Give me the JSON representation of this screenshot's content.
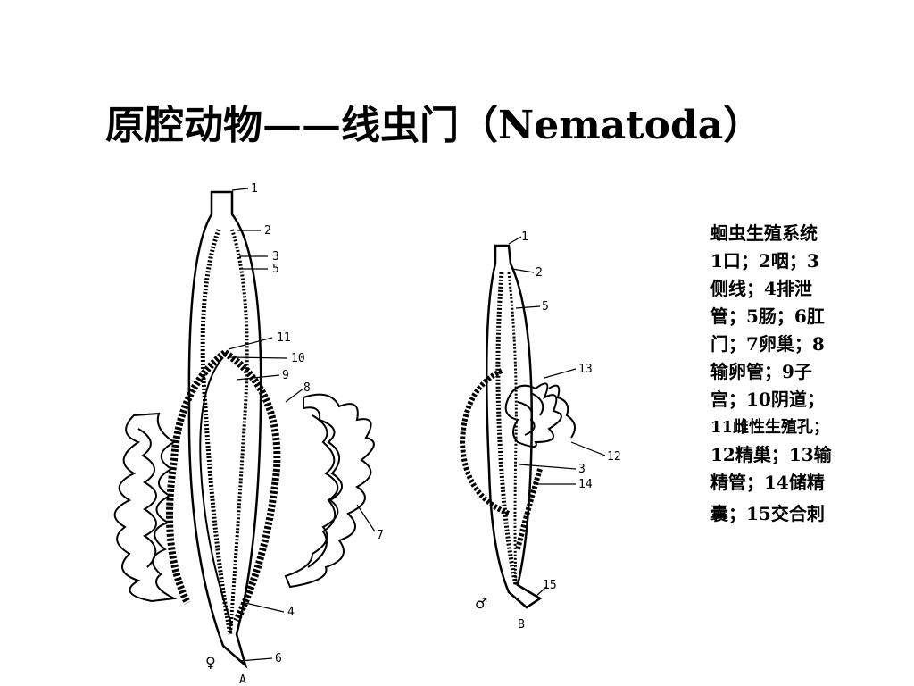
{
  "slide": {
    "title": "原腔动物——线虫门（Nematoda）"
  },
  "caption": {
    "lines": [
      "蛔虫生殖系统",
      "1口；2咽；3",
      "侧线；4排泄",
      "管；5肠；6肛",
      "门；7卵巢；8",
      "输卵管；9子",
      "宫；10阴道；",
      "11雌性生殖孔；",
      "12精巢；13输",
      "精管；14储精",
      "囊；15交合刺"
    ]
  },
  "figure": {
    "female": {
      "letter": "A",
      "sex_symbol": "♀",
      "labels": [
        "1",
        "2",
        "3",
        "5",
        "11",
        "10",
        "9",
        "8",
        "7",
        "4",
        "6"
      ]
    },
    "male": {
      "letter": "B",
      "sex_symbol": "♂",
      "labels": [
        "1",
        "2",
        "5",
        "13",
        "12",
        "3",
        "14",
        "15"
      ]
    }
  }
}
